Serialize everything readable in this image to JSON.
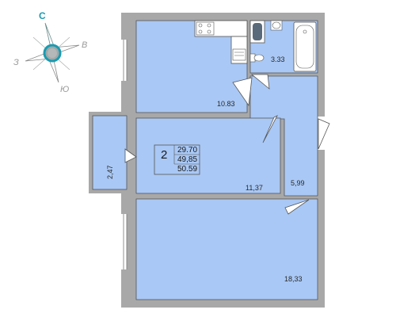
{
  "compass": {
    "north": "С",
    "east": "В",
    "west": "З",
    "south": "Ю",
    "accent_color": "#1a9bb0"
  },
  "apartment": {
    "rooms": "2",
    "living_area": "29.70",
    "area_no_balcony": "49,85",
    "total_area": "50.59"
  },
  "rooms": {
    "kitchen": "10.83",
    "bathroom": "3.33",
    "bedroom": "11,37",
    "hallway": "5,99",
    "living_room": "18,33",
    "balcony": "2,47"
  },
  "colors": {
    "room_fill": "#a9c8f5",
    "wall": "#a8a8a8",
    "room_stroke": "#555555"
  },
  "icons": {
    "stove": "stove-icon",
    "sink": "kitchen-sink-icon",
    "bathtub": "bathtub-icon",
    "toilet": "toilet-icon",
    "washbasin": "washbasin-icon",
    "washing_machine": "washing-machine-icon"
  }
}
